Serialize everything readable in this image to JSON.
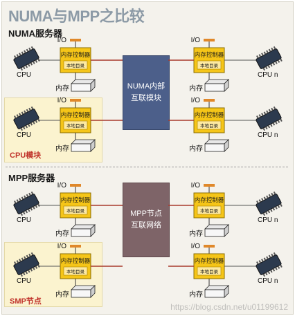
{
  "title": "NUMA与MPP之比较",
  "numa": {
    "section_title": "NUMA服务器",
    "hub_lines": [
      "NUMA内部",
      "互联模块"
    ],
    "module_label": "CPU模块"
  },
  "mpp": {
    "section_title": "MPP服务器",
    "hub_lines": [
      "MPP节点",
      "互联网络"
    ],
    "module_label": "SMP节点"
  },
  "node": {
    "io_label": "I/O",
    "controller_label": "内存控制器",
    "directory_label": "本地目录",
    "memory_label": "内存",
    "cpu_label_left": "CPU",
    "cpu_label_right": "CPU n"
  },
  "watermark": "https://blog.csdn.net/u01199612",
  "colors": {
    "controller_fill": "#f5c518",
    "io_bar": "#e0882a",
    "link": "#a83a2c",
    "numa_hub": "#4c5f8a",
    "mpp_hub": "#7e6468",
    "module_bg": "#fbf3cf"
  }
}
